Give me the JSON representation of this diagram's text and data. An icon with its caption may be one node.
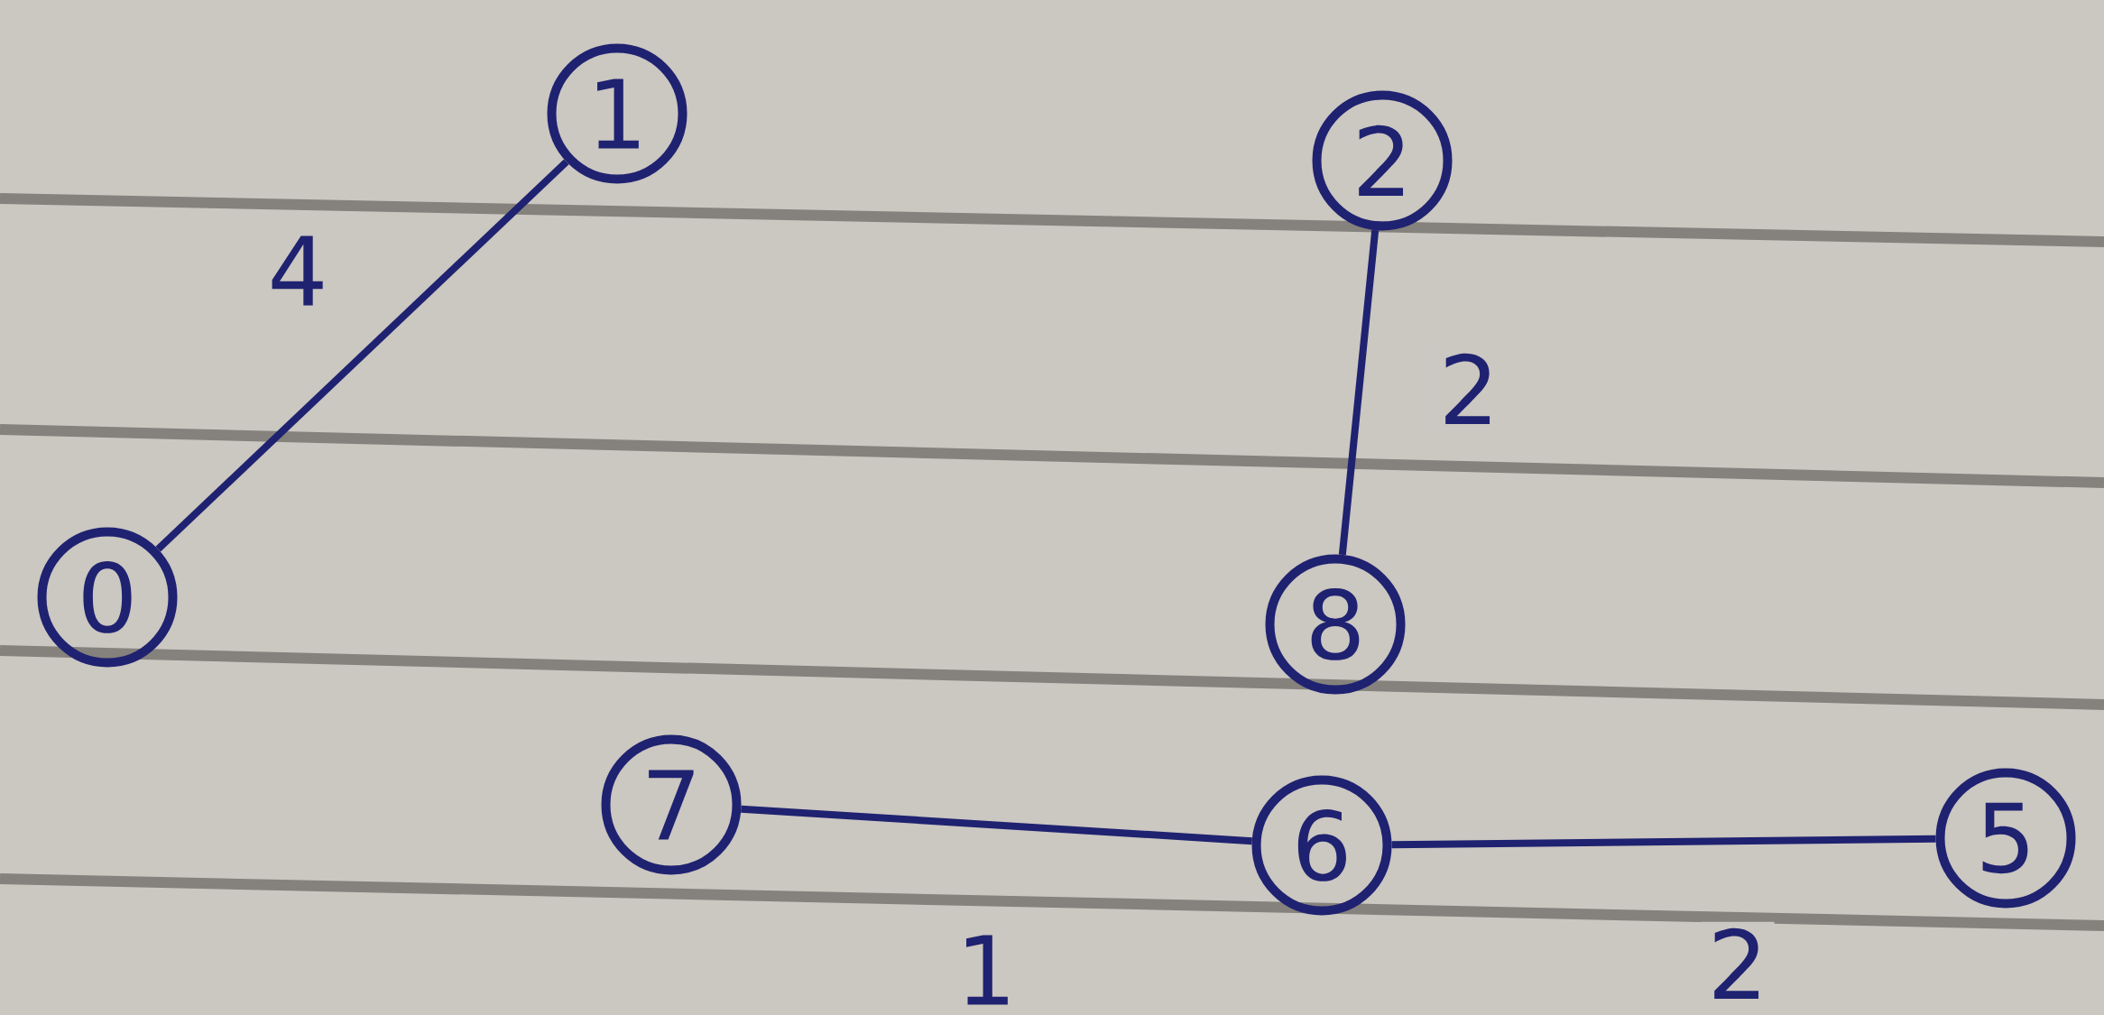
{
  "diagram": {
    "nodes": [
      {
        "text": [
          "1"
        ]
      },
      {
        "text": [
          "2"
        ]
      },
      {
        "text": [
          "0"
        ]
      },
      {
        "text": [
          "8"
        ]
      },
      {
        "text": [
          "7"
        ]
      },
      {
        "text": [
          "6"
        ]
      },
      {
        "text": [
          "5"
        ]
      }
    ],
    "edges": [
      {
        "from": 2,
        "to": 0,
        "arrow": "none",
        "label": "4"
      },
      {
        "from": 1,
        "to": 3,
        "arrow": "none",
        "label": "2"
      },
      {
        "from": 4,
        "to": 5,
        "arrow": "none",
        "label": "1"
      },
      {
        "from": 5,
        "to": 6,
        "arrow": "none",
        "label": "2"
      }
    ]
  }
}
